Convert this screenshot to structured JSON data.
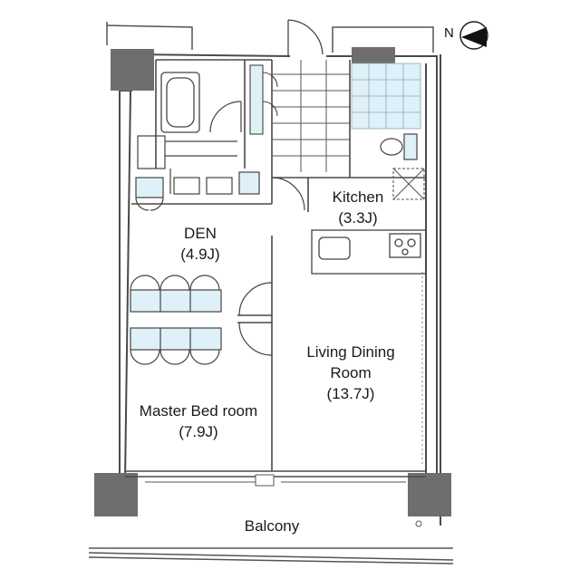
{
  "compass": {
    "letter": "N",
    "icon": "north-arrow-icon"
  },
  "rooms": {
    "kitchen": {
      "name": "Kitchen",
      "size": "(3.3J)"
    },
    "den": {
      "name": "DEN",
      "size": "(4.9J)"
    },
    "living": {
      "line1": "Living Dining",
      "line2": "Room",
      "size": "(13.7J)"
    },
    "master": {
      "name": "Master Bed room",
      "size": "(7.9J)"
    },
    "balcony": {
      "name": "Balcony"
    }
  },
  "colors": {
    "wall": "#555555",
    "column": "#6e6e6e",
    "line": "#4a4a4a",
    "tile": "#dff0f8"
  }
}
